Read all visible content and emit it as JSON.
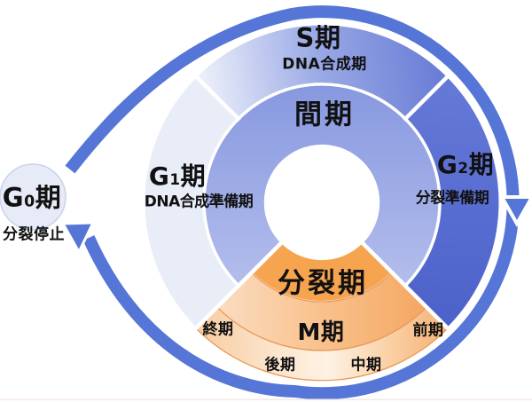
{
  "colors": {
    "ring_blue": "#5576D6",
    "g1_fill": "#E9EDF8",
    "s_grad_start": "#ECEFFA",
    "s_grad_mid": "#9AA9E5",
    "s_grad_end": "#6B7ED6",
    "g2_grad_start": "#6478D7",
    "g2_grad_end": "#4D62CA",
    "interphase_grad_start": "#8798DF",
    "interphase_grad_end": "#B6C0ED",
    "mitosis_fill": "#F6A44F",
    "m_grad_start": "#FBDCC2",
    "m_grad_mid": "#F9C491",
    "m_grad_end": "#F4A761",
    "sub_grad_1": "#F8CBA0",
    "sub_grad_2": "#FBE4CB",
    "sub_grad_3": "#FEF2E4",
    "sub_grad_4": "#FACFA3",
    "sub_grad_5": "#F5B276",
    "band_outline_orange": "#E9995A",
    "g0_fill": "#E7EAF7",
    "g0_border": "#C9D2EE",
    "label_text": "#111111",
    "bottom_rule": "#F5E9E7"
  },
  "g0": {
    "base": "G",
    "subscript": "0",
    "suffix": "期",
    "sublabel": "分裂停止"
  },
  "interphase": {
    "label": "間期"
  },
  "mitosis": {
    "label": "分裂期"
  },
  "phases": {
    "g1": {
      "base": "G",
      "subscript": "1",
      "suffix": "期",
      "sublabel": "DNA合成準備期"
    },
    "s": {
      "base": "S",
      "subscript": "",
      "suffix": "期",
      "sublabel": "DNA合成期"
    },
    "g2": {
      "base": "G",
      "subscript": "2",
      "suffix": "期",
      "sublabel": "分裂準備期"
    },
    "m": {
      "base": "M",
      "subscript": "",
      "suffix": "期"
    }
  },
  "m_subphases": {
    "prophase": "前期",
    "metaphase": "中期",
    "anaphase": "後期",
    "telophase": "終期"
  }
}
